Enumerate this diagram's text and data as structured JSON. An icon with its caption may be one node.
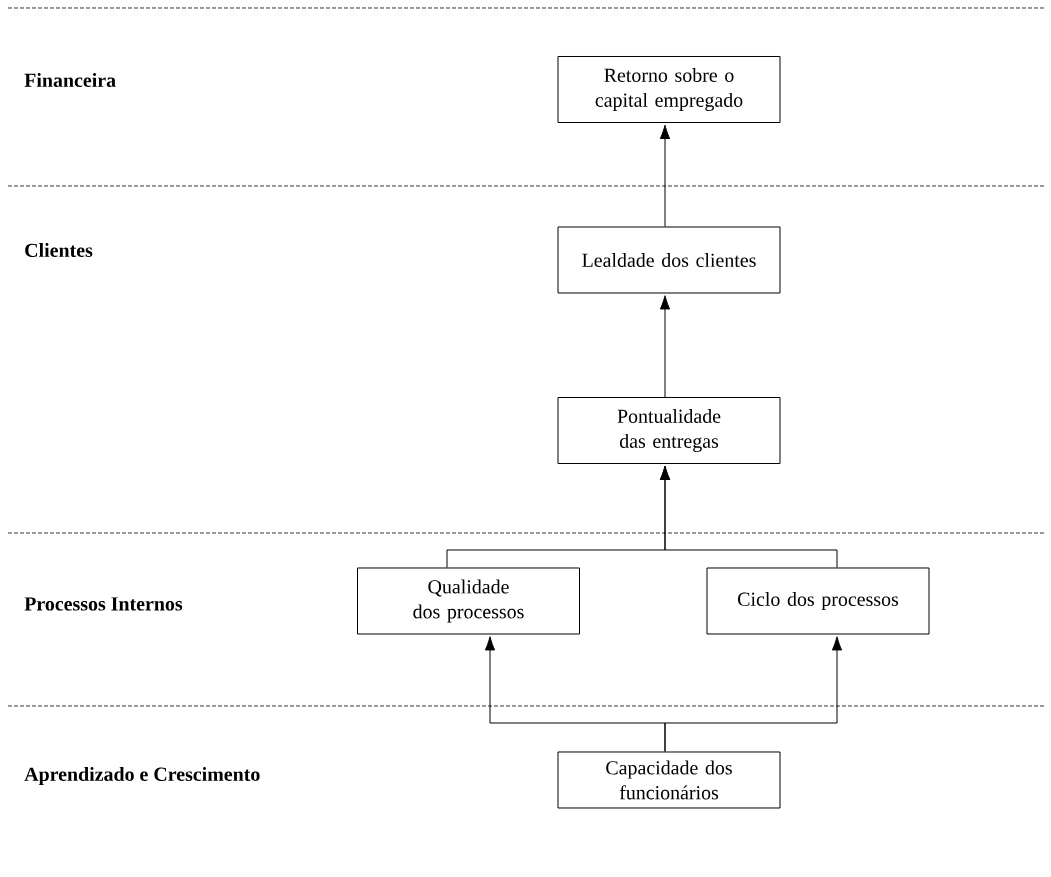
{
  "diagram": {
    "nodes": [
      {
        "text": [
          "Retorno sobre o capital empregado"
        ]
      },
      {
        "text": [
          "Lealdade dos clientes"
        ]
      },
      {
        "text": [
          "Pontualidade das entregas"
        ]
      },
      {
        "text": [
          "Qualidade dos processos"
        ]
      },
      {
        "text": [
          "Ciclo dos processos"
        ]
      },
      {
        "text": [
          "Capacidade dos funcionários"
        ]
      }
    ],
    "edges": [
      {
        "from": 1,
        "to": 0,
        "arrow": "to"
      },
      {
        "from": 2,
        "to": 1,
        "arrow": "to"
      },
      {
        "from": 3,
        "to": 2,
        "arrow": "to"
      },
      {
        "from": 4,
        "to": 2,
        "arrow": "to"
      },
      {
        "from": 5,
        "to": 3,
        "arrow": "to"
      },
      {
        "from": 5,
        "to": 4,
        "arrow": "to"
      }
    ],
    "labels": [
      "Financeira",
      "Clientes",
      "Processos Internos",
      "Aprendizado e Crescimento"
    ]
  }
}
